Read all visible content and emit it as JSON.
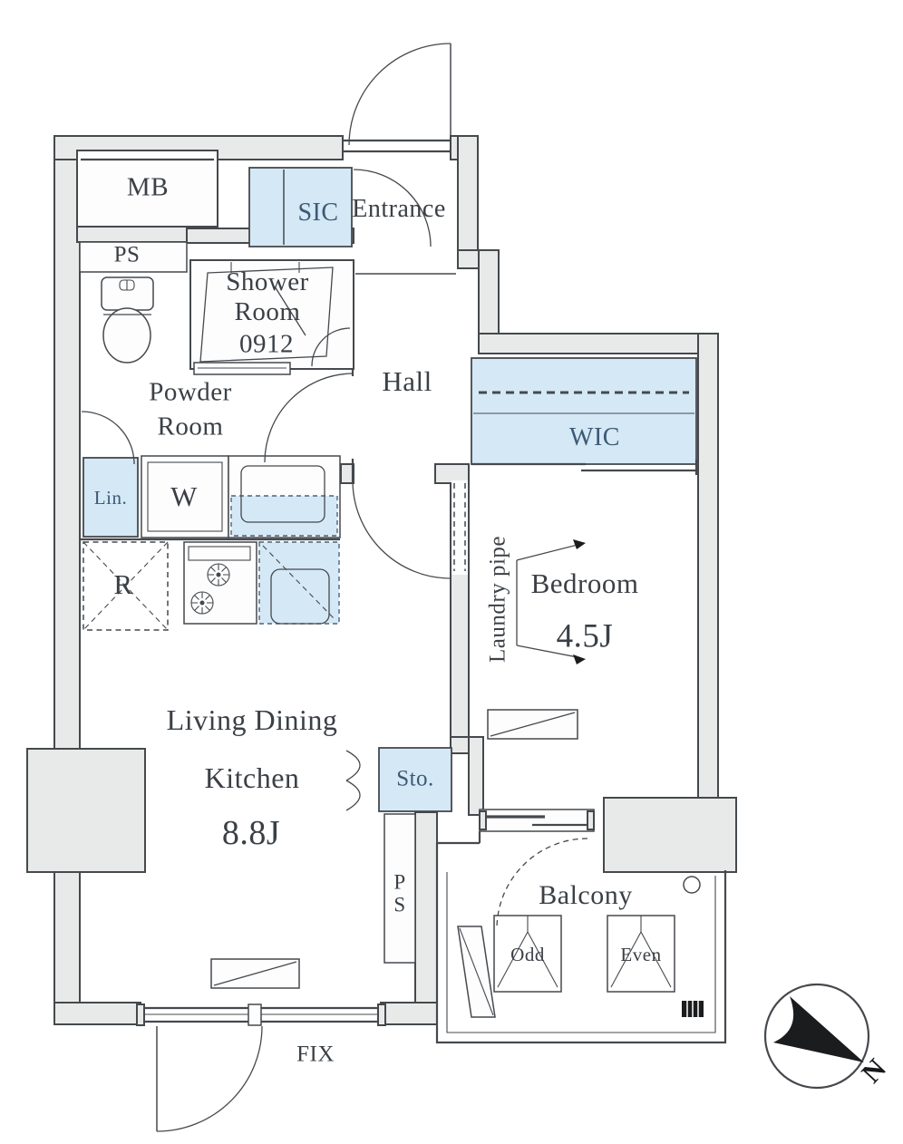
{
  "labels": {
    "mb": "MB",
    "ps_upper": "PS",
    "sic": "SIC",
    "entrance": "Entrance",
    "shower_room": "Shower Room",
    "shower_room_code": "0912",
    "hall": "Hall",
    "powder_room": "Powder Room",
    "wic": "WIC",
    "bedroom": "Bedroom",
    "bedroom_size": "4.5J",
    "laundry_pipe": "Laundry pipe",
    "linen": "Lin.",
    "washer": "W",
    "refrigerator": "R",
    "living_dining_kitchen": "Living Dining Kitchen",
    "ldk_size": "8.8J",
    "storage": "Sto.",
    "ps_lower": "PS",
    "balcony": "Balcony",
    "ac_odd": "Odd",
    "ac_even": "Even",
    "fix_window": "FIX",
    "north": "N"
  },
  "colors": {
    "wall_fill": "#e8eae9",
    "line": "#45494d",
    "blue_fill": "#d5e8f6",
    "text": "#3b4046",
    "blue_text": "#3c5a74",
    "background": "#ffffff"
  }
}
